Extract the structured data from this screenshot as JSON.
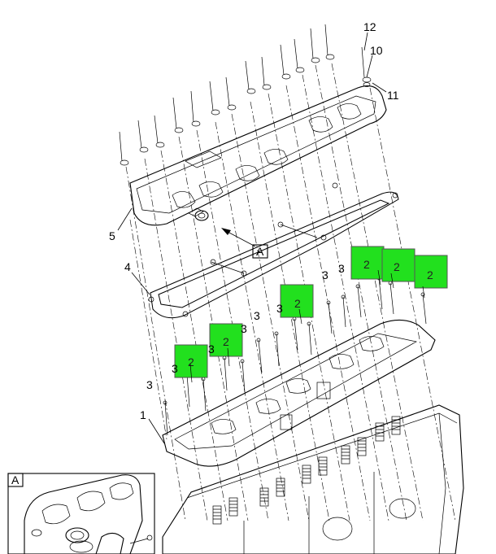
{
  "diagram": {
    "callouts": {
      "c1": "1",
      "c3": "3",
      "c4": "4",
      "c5": "5",
      "c10": "10",
      "c11": "11",
      "c12": "12"
    },
    "detail_ref": "A",
    "inset_label": "A",
    "green_tag_label": "2",
    "highlight_color": "#22e01e",
    "box_stroke_color": "#555555"
  }
}
